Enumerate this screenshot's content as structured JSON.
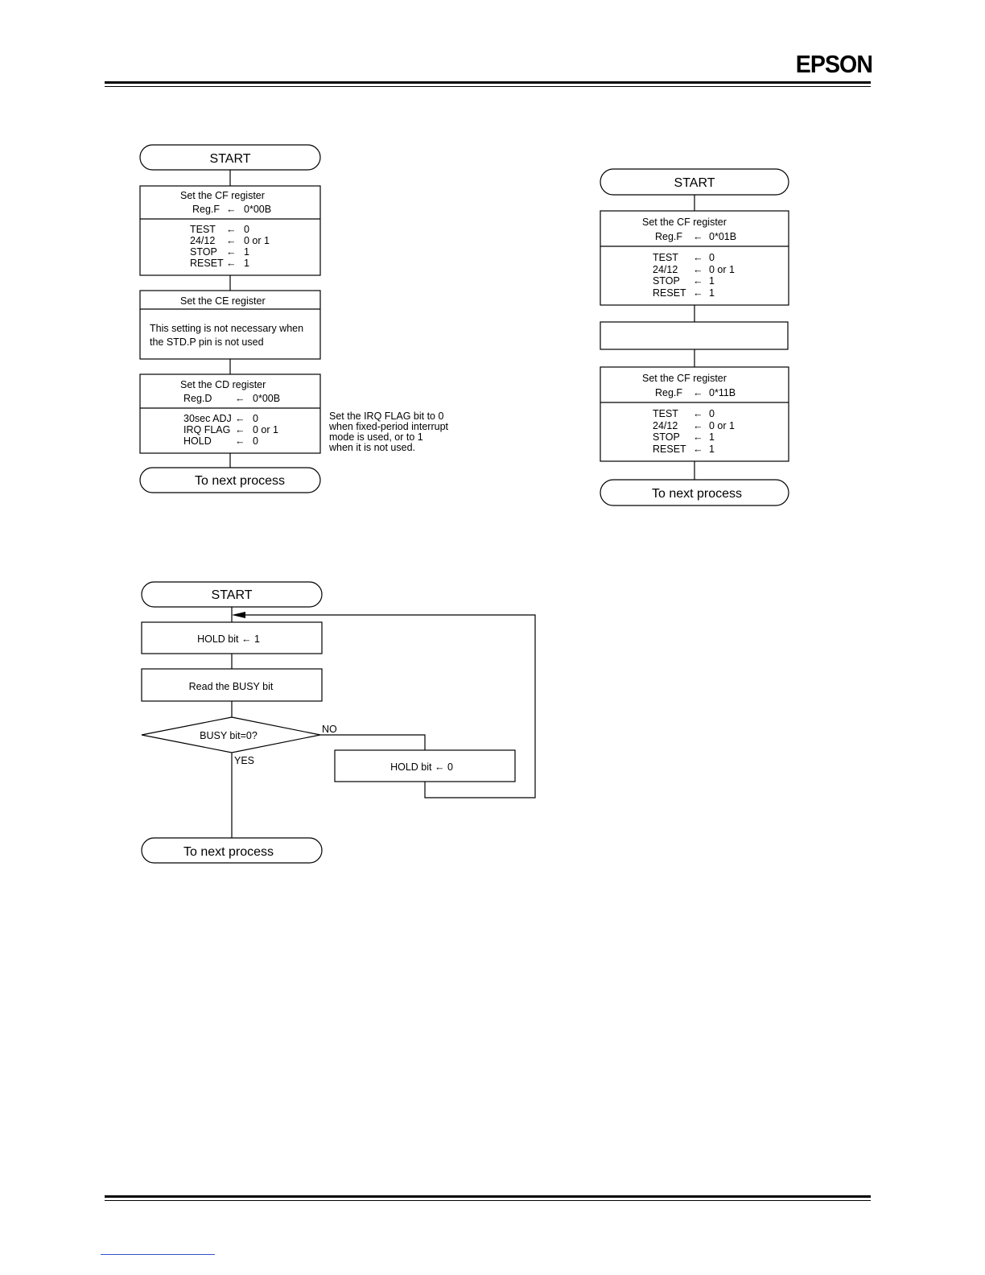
{
  "header": {
    "logo": "EPSON"
  },
  "flow1": {
    "start": "START",
    "cf_title": "Set the CF register",
    "cf_reg_name": "Reg.F",
    "cf_reg_val": "0*00B",
    "cf_bits": [
      {
        "name": "TEST",
        "val": "0"
      },
      {
        "name": "24/12",
        "val": "0 or 1"
      },
      {
        "name": "STOP",
        "val": "1"
      },
      {
        "name": "RESET",
        "val": "1"
      }
    ],
    "ce_title": "Set the CE register",
    "ce_note_1": "This setting is not necessary when",
    "ce_note_2": "the STD.P pin is not used",
    "cd_title": "Set the CD register",
    "cd_reg_name": "Reg.D",
    "cd_reg_val": "0*00B",
    "cd_bits": [
      {
        "name": "30sec ADJ",
        "val": "0"
      },
      {
        "name": "IRQ FLAG",
        "val": "0 or 1"
      },
      {
        "name": "HOLD",
        "val": "0"
      }
    ],
    "side_note": [
      "Set the IRQ FLAG bit to 0",
      "when fixed-period interrupt",
      "mode is used, or to 1",
      "when it is not used."
    ],
    "end": "To next process"
  },
  "flow2": {
    "start": "START",
    "cf1_title": "Set the CF register",
    "cf1_reg_name": "Reg.F",
    "cf1_reg_val": "0*01B",
    "cf1_bits": [
      {
        "name": "TEST",
        "val": "0"
      },
      {
        "name": "24/12",
        "val": "0 or 1"
      },
      {
        "name": "STOP",
        "val": "1"
      },
      {
        "name": "RESET",
        "val": "1"
      }
    ],
    "cf2_title": "Set the CF register",
    "cf2_reg_name": "Reg.F",
    "cf2_reg_val": "0*11B",
    "cf2_bits": [
      {
        "name": "TEST",
        "val": "0"
      },
      {
        "name": "24/12",
        "val": "0 or 1"
      },
      {
        "name": "STOP",
        "val": "1"
      },
      {
        "name": "RESET",
        "val": "1"
      }
    ],
    "end": "To next process"
  },
  "flow3": {
    "start": "START",
    "hold_set": "HOLD bit ← 1",
    "read_busy": "Read the BUSY bit",
    "decision": "BUSY bit=0?",
    "no_label": "NO",
    "yes_label": "YES",
    "hold_clear": "HOLD bit ← 0",
    "end": "To next process"
  },
  "arrow_glyph": "←"
}
